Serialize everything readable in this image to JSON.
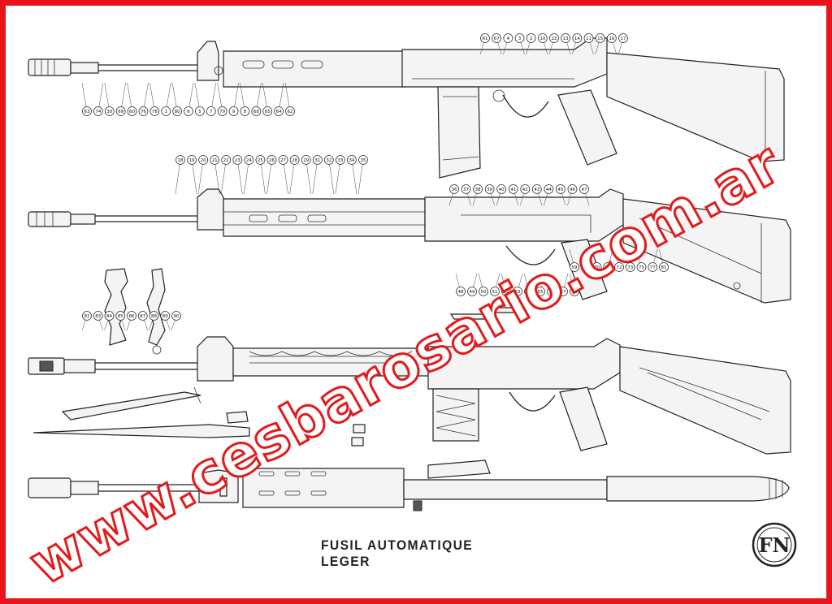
{
  "diagram": {
    "title": "FUSIL AUTOMATIQUE LEGER",
    "watermark": "www.cesbarosario.com.ar",
    "logo": {
      "letters": "FN",
      "icon": "fn-monogram-icon"
    },
    "colors": {
      "border": "#e8141b",
      "watermark_stroke": "#e11b1b",
      "ink": "#222222"
    },
    "callouts": [
      "63",
      "74",
      "30",
      "69",
      "60",
      "76",
      "78",
      "1",
      "80",
      "6",
      "5",
      "7",
      "79",
      "9",
      "8",
      "68",
      "65",
      "64",
      "62",
      "61",
      "67",
      "4",
      "3",
      "2",
      "10",
      "12",
      "13",
      "14",
      "11",
      "15",
      "16",
      "17",
      "18",
      "19",
      "20",
      "21",
      "22",
      "23",
      "24",
      "25",
      "26",
      "27",
      "28",
      "29",
      "31",
      "32",
      "33",
      "34",
      "35",
      "36",
      "37",
      "38",
      "39",
      "40",
      "41",
      "42",
      "43",
      "44",
      "45",
      "46",
      "47",
      "48",
      "49",
      "50",
      "51",
      "52",
      "53",
      "54",
      "55",
      "56",
      "57",
      "58",
      "59",
      "66",
      "70",
      "71",
      "72",
      "73",
      "75",
      "77",
      "81",
      "82",
      "83",
      "84",
      "85",
      "86",
      "87",
      "88",
      "89",
      "90"
    ]
  }
}
